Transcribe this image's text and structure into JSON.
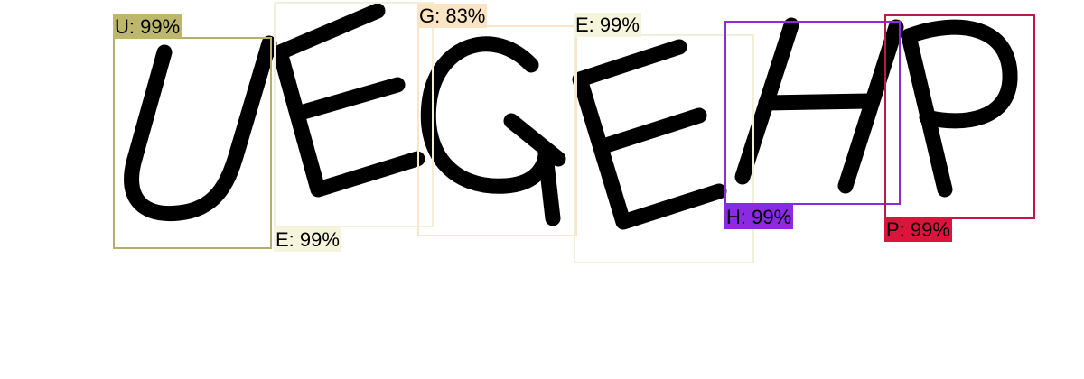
{
  "detections": [
    {
      "label": "U: 99%",
      "letter": "U",
      "confidence": 99,
      "color": "#b5ae6e",
      "label_bg": "#bdb76b"
    },
    {
      "label": "E: 99%",
      "letter": "E",
      "confidence": 99,
      "color": "#f1efd8",
      "label_bg": "#f5f5dc"
    },
    {
      "label": "G: 83%",
      "letter": "G",
      "confidence": 83,
      "color": "#f7e6c8",
      "label_bg": "#fbe4c4"
    },
    {
      "label": "E: 99%",
      "letter": "E",
      "confidence": 99,
      "color": "#f1efd8",
      "label_bg": "#f5f5dc"
    },
    {
      "label": "H: 99%",
      "letter": "H",
      "confidence": 99,
      "color": "#8a2be2",
      "label_bg": "#8a2be2"
    },
    {
      "label": "P: 99%",
      "letter": "P",
      "confidence": 99,
      "color": "#c0184a",
      "label_bg": "#dc143c"
    }
  ]
}
